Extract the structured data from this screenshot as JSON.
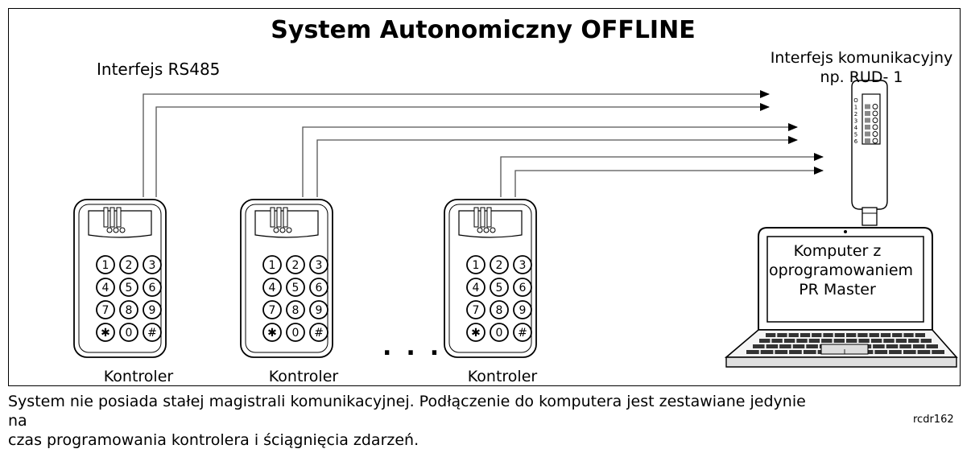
{
  "title": "System Autonomiczny OFFLINE",
  "bus_label": "Interfejs RS485",
  "interface": {
    "line1": "Interfejs komunikacyjny",
    "line2": "np. RUD- 1",
    "terminals": [
      "O",
      "1",
      "2",
      "3",
      "4",
      "5",
      "6"
    ]
  },
  "controllers": [
    {
      "label": "Kontroler"
    },
    {
      "label": "Kontroler"
    },
    {
      "label": "Kontroler"
    }
  ],
  "keypad_keys": [
    "1",
    "2",
    "3",
    "4",
    "5",
    "6",
    "7",
    "8",
    "9",
    "✱",
    "0",
    "#"
  ],
  "ellipsis": "...",
  "laptop": {
    "line1": "Komputer z",
    "line2": "oprogramowaniem",
    "line3": "PR Master"
  },
  "footer": {
    "line1": "System nie posiada stałej magistrali komunikacyjnej. Podłączenie do komputera jest zestawiane jedynie na",
    "line2": "czas programowania kontrolera i ściągnięcia zdarzeń."
  },
  "code": "rcdr162"
}
